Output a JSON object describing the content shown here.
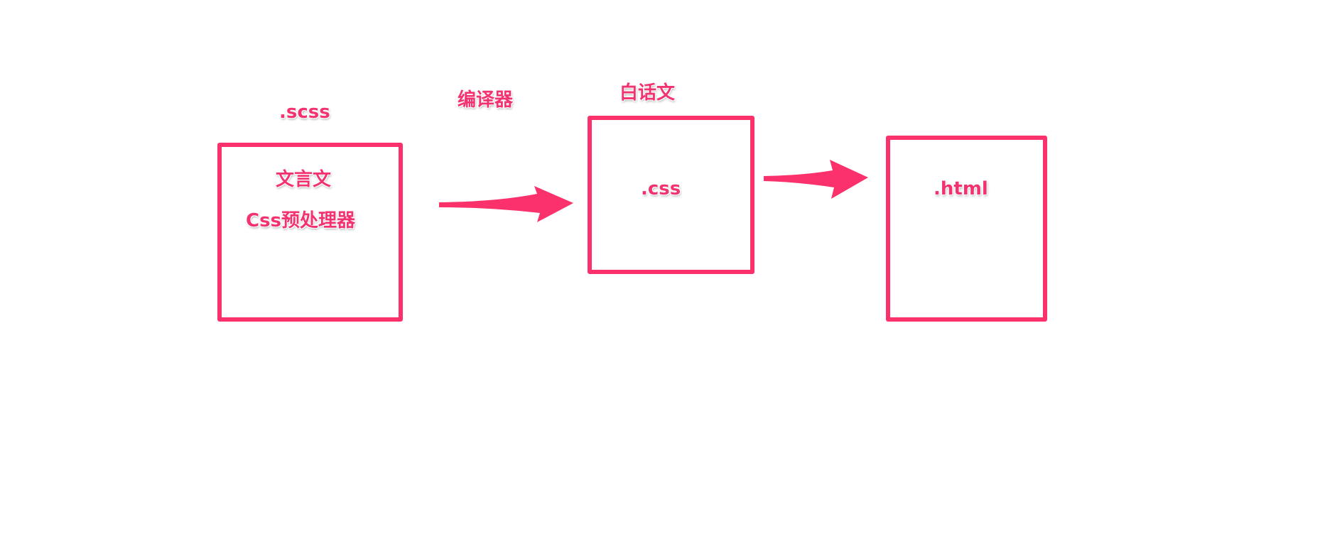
{
  "colors": {
    "accent": "#fb316c",
    "text": "#f2336f",
    "background": "#ffffff"
  },
  "nodes": {
    "scss": {
      "caption": ".scss",
      "line1": "文言文",
      "line2": "Css预处理器"
    },
    "css": {
      "caption": "白话文",
      "label": ".css"
    },
    "html": {
      "label": ".html"
    }
  },
  "edges": {
    "compiler": {
      "label": "编译器"
    }
  }
}
